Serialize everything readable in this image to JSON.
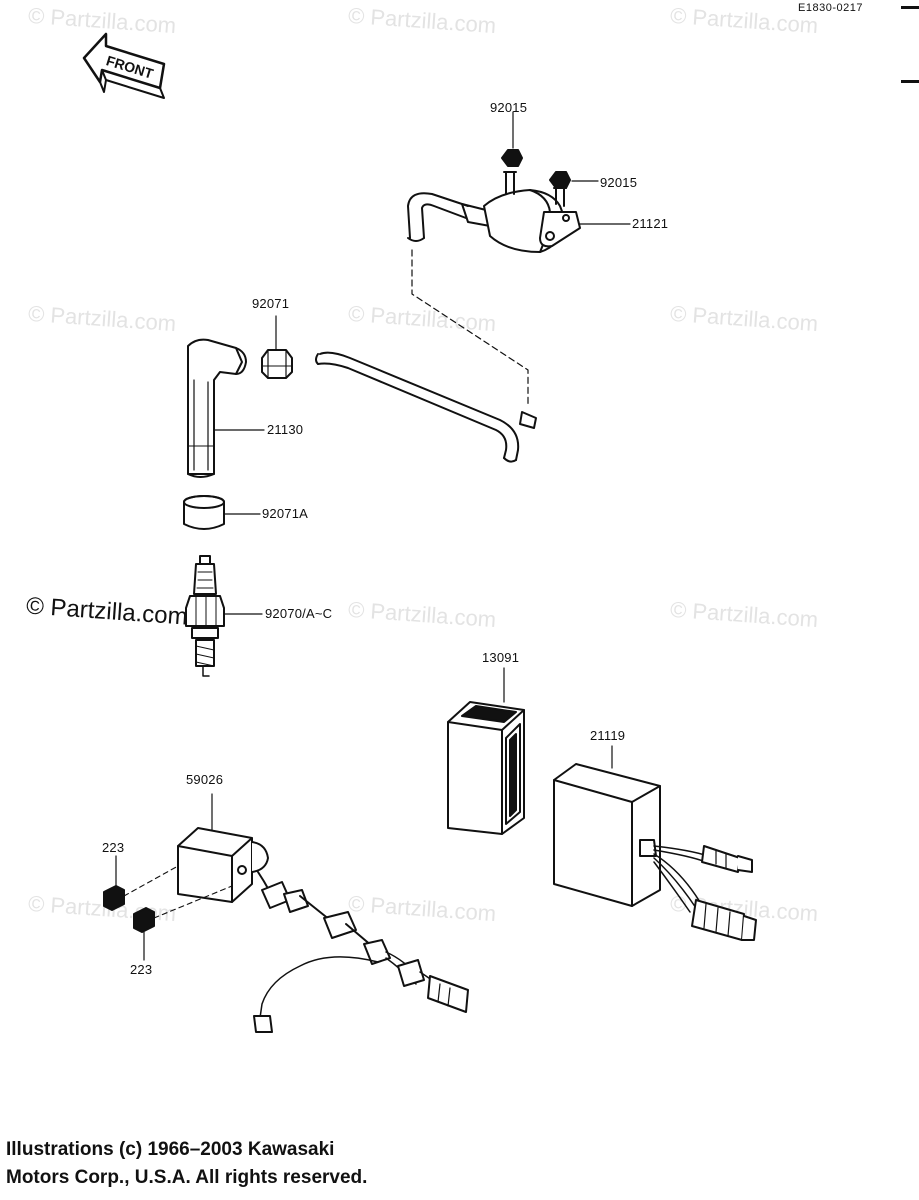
{
  "header": {
    "diagram_code": "E1830-0217",
    "front_label": "FRONT"
  },
  "watermarks": {
    "text": "© Partzilla.com"
  },
  "parts": {
    "p92015_top": "92015",
    "p92015_right": "92015",
    "p21121": "21121",
    "p92071": "92071",
    "p21130": "21130",
    "p92071A": "92071A",
    "p92070": "92070/A~C",
    "p13091": "13091",
    "p21119": "21119",
    "p59026": "59026",
    "p223_top": "223",
    "p223_bottom": "223"
  },
  "footer": {
    "line1": "Illustrations (c) 1966–2003 Kawasaki",
    "line2": "Motors Corp., U.S.A.  All rights reserved."
  },
  "colors": {
    "ink": "#111111",
    "watermark": "#e3e3e3"
  }
}
